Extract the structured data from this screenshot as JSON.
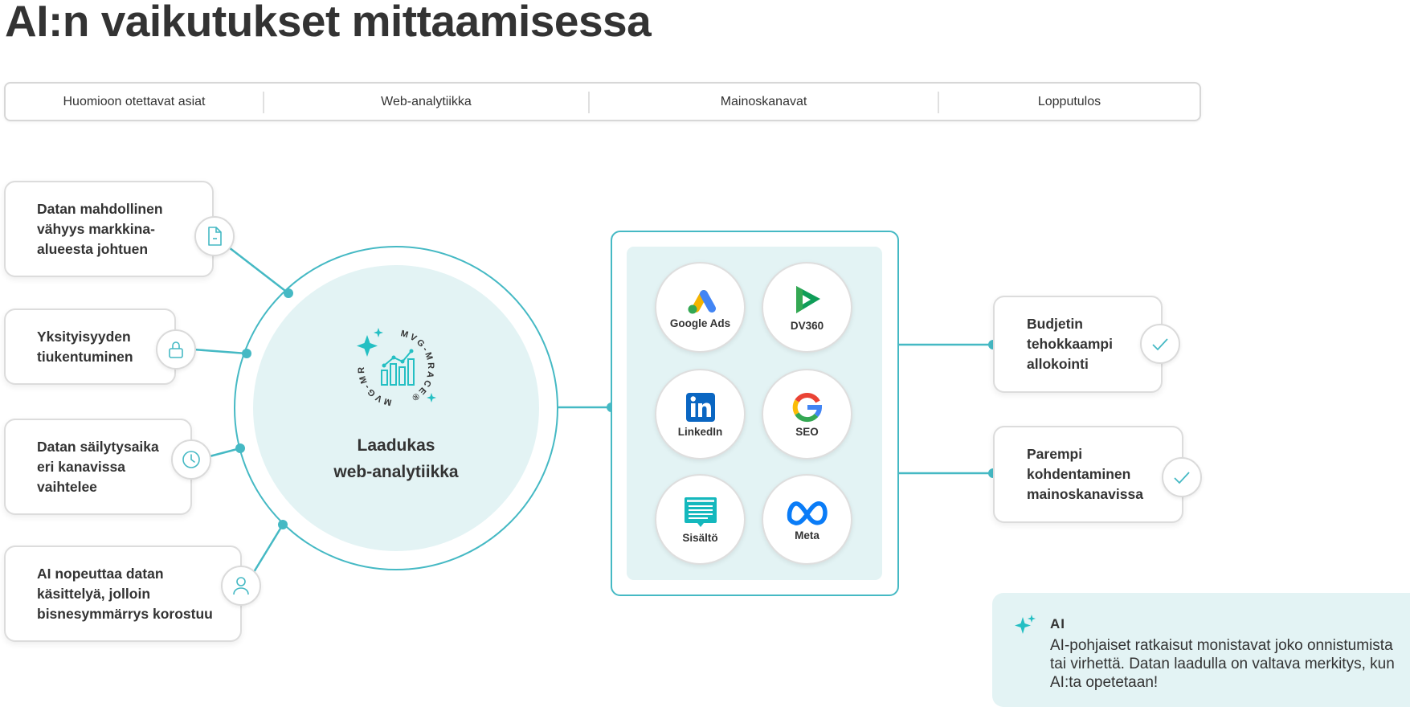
{
  "title": "AI:n vaikutukset mittaamisessa",
  "header": {
    "columns": [
      "Huomioon otettavat asiat",
      "Web-analytiikka",
      "Mainoskanavat",
      "Lopputulos"
    ]
  },
  "considerations": [
    {
      "text": "Datan mahdollinen\nvähyys markkina-\nalueesta johtuen",
      "icon": "document-icon"
    },
    {
      "text": "Yksityisyyden\ntiukentuminen",
      "icon": "lock-icon"
    },
    {
      "text": "Datan säilytysaika\neri kanavissa\nvaihtelee",
      "icon": "clock-icon"
    },
    {
      "text": "AI nopeuttaa datan\nkäsittelyä, jolloin\nbisnesymmärrys korostuu",
      "icon": "user-icon"
    }
  ],
  "center": {
    "label": "Laadukas\nweb-analytiikka",
    "logo_text": "MVG-MRACE®",
    "icon": "sparkle-chart-logo"
  },
  "channels": [
    {
      "label": "Google Ads",
      "icon": "google-ads-icon"
    },
    {
      "label": "DV360",
      "icon": "dv360-icon"
    },
    {
      "label": "LinkedIn",
      "icon": "linkedin-icon"
    },
    {
      "label": "SEO",
      "icon": "google-icon"
    },
    {
      "label": "Sisältö",
      "icon": "content-icon"
    },
    {
      "label": "Meta",
      "icon": "meta-icon"
    }
  ],
  "outcomes": [
    {
      "text": "Budjetin\ntehokkaampi\nallokointi",
      "icon": "check-icon"
    },
    {
      "text": "Parempi\nkohdentaminen\nmainoskanavissa",
      "icon": "check-icon"
    }
  ],
  "ai_note": {
    "title": "AI",
    "text": "AI-pohjaiset ratkaisut monistavat joko onnistumista tai virhettä. Datan laadulla on valtava merkitys, kun AI:ta opetetaan!",
    "icon": "sparkle-icon"
  },
  "colors": {
    "accent": "#45b9c4",
    "accent_light": "#e3f3f4",
    "text": "#333333",
    "border": "#dcdcdc"
  }
}
